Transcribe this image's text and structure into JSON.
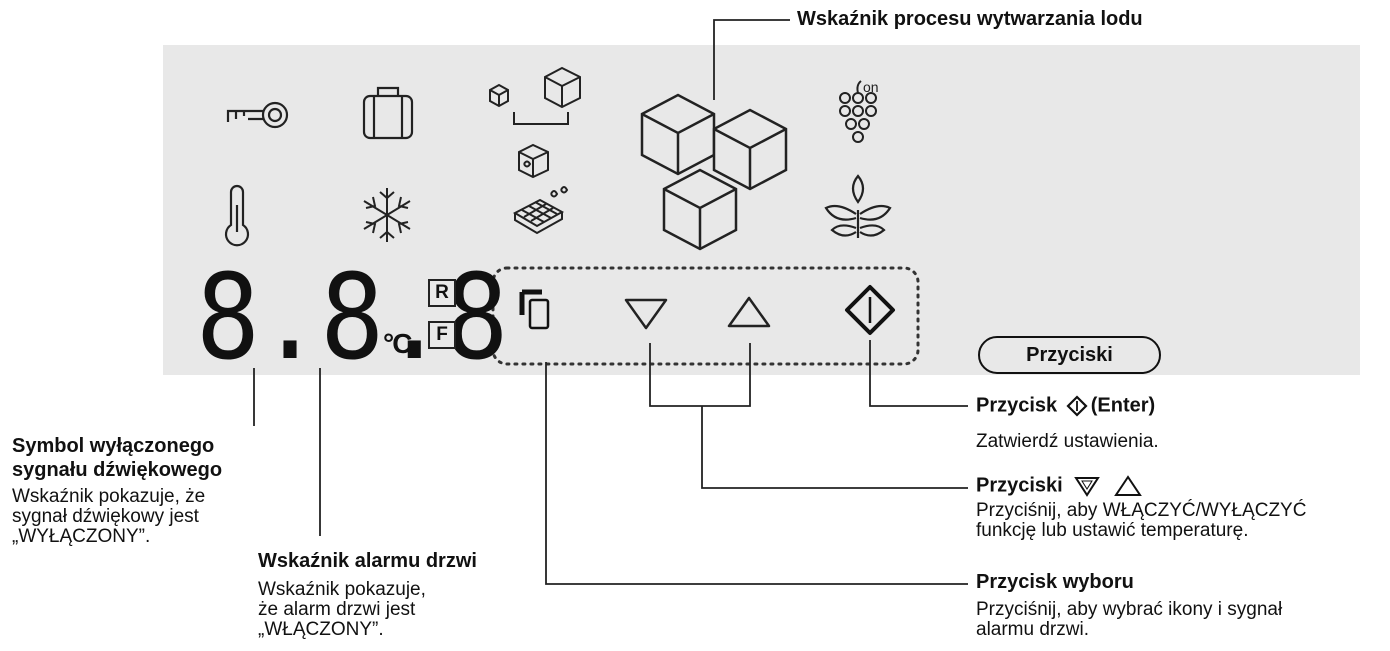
{
  "display": {
    "digits": "8.8.8",
    "unit": "°C",
    "mode_r": "R",
    "mode_f": "F"
  },
  "icons": [
    "key-icon",
    "suitcase-icon",
    "ice-cube-size-icon",
    "big-ice-cubes-icon",
    "grapes-on-icon",
    "thermometer-icon",
    "snowflake-icon",
    "cube-water-icon",
    "ice-tray-icon",
    "plant-icon",
    "select-icon",
    "down-triangle-icon",
    "up-triangle-icon",
    "enter-icon"
  ],
  "callouts": {
    "ice_process": "Wskaźnik procesu wytwarzania lodu",
    "buttons_title": "Przyciski",
    "enter_title": "Przycisk",
    "enter_suffix": "(Enter)",
    "enter_desc": "Zatwierdź ustawienia.",
    "arrows_title": "Przyciski",
    "arrows_desc_1": "Przyciśnij, aby WŁĄCZYĆ/WYŁĄCZYĆ",
    "arrows_desc_2": "funkcję lub ustawić temperaturę.",
    "select_title": "Przycisk wyboru",
    "select_desc_1": "Przyciśnij, aby wybrać ikony i sygnał",
    "select_desc_2": "alarmu drzwi.",
    "sound_title_1": "Symbol wyłączonego",
    "sound_title_2": "sygnału dźwiękowego",
    "sound_desc_1": "Wskaźnik pokazuje, że",
    "sound_desc_2": "sygnał dźwiękowy jest",
    "sound_desc_3": "„WYŁĄCZONY”.",
    "door_title": "Wskaźnik alarmu drzwi",
    "door_desc_1": "Wskaźnik pokazuje,",
    "door_desc_2": "że alarm drzwi jest",
    "door_desc_3": "„WŁĄCZONY”."
  }
}
